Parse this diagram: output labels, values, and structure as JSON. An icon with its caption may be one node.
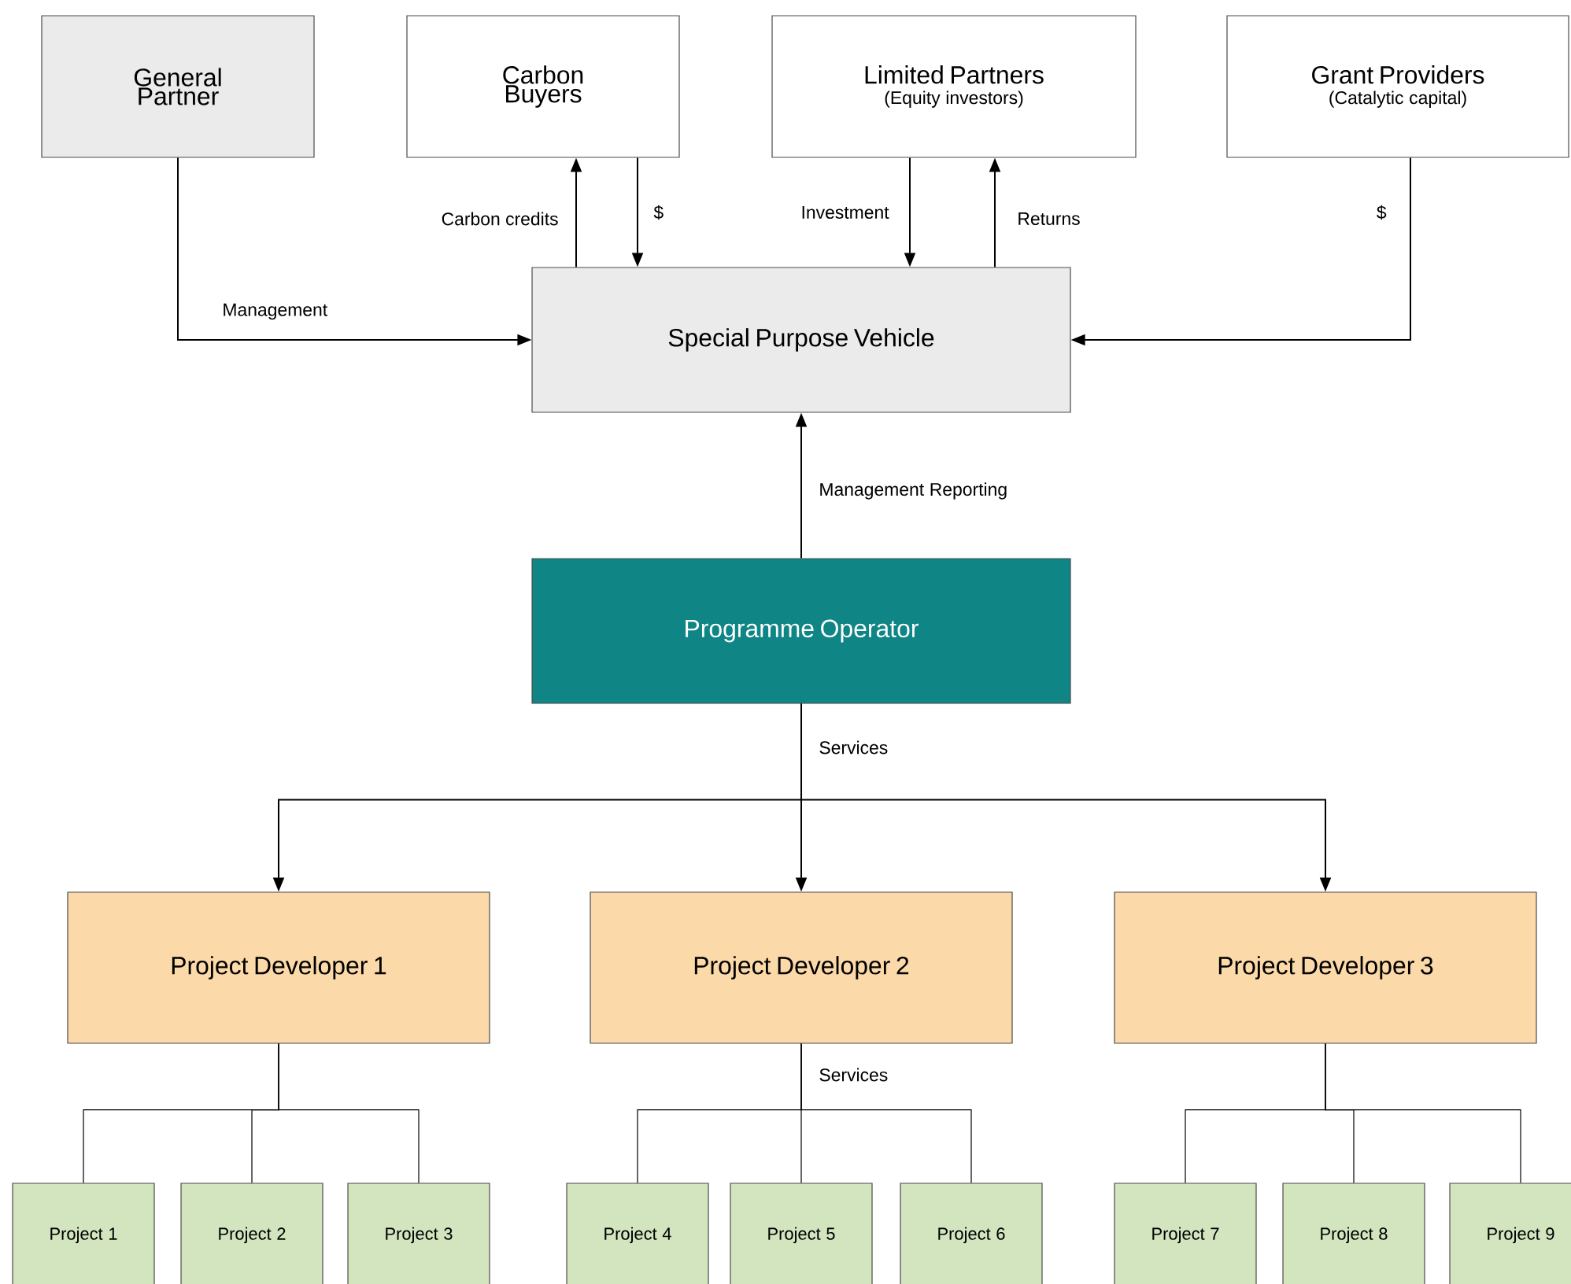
{
  "diagram": {
    "nodes": [
      {
        "text": [
          "General Partner"
        ]
      },
      {
        "text": [
          "Carbon Buyers"
        ]
      },
      {
        "text": [
          "Limited Partners",
          "(Equity investors)"
        ]
      },
      {
        "text": [
          "Grant Providers",
          "(Catalytic capital)"
        ]
      },
      {
        "text": [
          "Special Purpose Vehicle"
        ]
      },
      {
        "text": [
          "Programme Operator"
        ]
      },
      {
        "text": [
          "Project Developer 1"
        ]
      },
      {
        "text": [
          "Project Developer 2"
        ]
      },
      {
        "text": [
          "Project Developer 3"
        ]
      },
      {
        "text": [
          "Project 1"
        ]
      },
      {
        "text": [
          "Project 2"
        ]
      },
      {
        "text": [
          "Project 3"
        ]
      },
      {
        "text": [
          "Project 4"
        ]
      },
      {
        "text": [
          "Project 5"
        ]
      },
      {
        "text": [
          "Project 6"
        ]
      },
      {
        "text": [
          "Project 7"
        ]
      },
      {
        "text": [
          "Project 8"
        ]
      },
      {
        "text": [
          "Project 9"
        ]
      }
    ],
    "edges": [
      {
        "from": 0,
        "to": 4,
        "arrow": "to",
        "label": "Management"
      },
      {
        "from": 4,
        "to": 1,
        "arrow": "to",
        "label": "Carbon credits"
      },
      {
        "from": 1,
        "to": 4,
        "arrow": "to",
        "label": "$"
      },
      {
        "from": 2,
        "to": 4,
        "arrow": "to",
        "label": "Investment"
      },
      {
        "from": 4,
        "to": 2,
        "arrow": "to",
        "label": "Returns"
      },
      {
        "from": 3,
        "to": 4,
        "arrow": "to",
        "label": "$"
      },
      {
        "from": 5,
        "to": 4,
        "arrow": "to",
        "label": "Management Reporting"
      },
      {
        "from": 5,
        "to": 6,
        "arrow": "to"
      },
      {
        "from": 5,
        "to": 7,
        "arrow": "to",
        "label": "Services"
      },
      {
        "from": 5,
        "to": 8,
        "arrow": "to"
      },
      {
        "from": 6,
        "to": 9,
        "arrow": "none"
      },
      {
        "from": 6,
        "to": 10,
        "arrow": "none"
      },
      {
        "from": 6,
        "to": 11,
        "arrow": "none"
      },
      {
        "from": 7,
        "to": 12,
        "arrow": "none"
      },
      {
        "from": 7,
        "to": 13,
        "arrow": "none",
        "label": "Services"
      },
      {
        "from": 7,
        "to": 14,
        "arrow": "none"
      },
      {
        "from": 8,
        "to": 15,
        "arrow": "none"
      },
      {
        "from": 8,
        "to": 16,
        "arrow": "none"
      },
      {
        "from": 8,
        "to": 17,
        "arrow": "none"
      }
    ]
  }
}
